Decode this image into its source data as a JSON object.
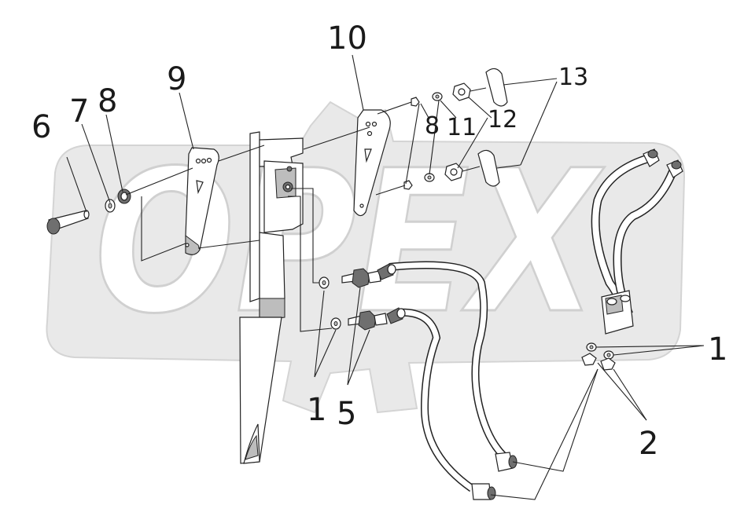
{
  "diagram": {
    "watermark": "OPEX",
    "callouts": [
      {
        "id": "1",
        "label": "1"
      },
      {
        "id": "1b",
        "label": "1"
      },
      {
        "id": "2",
        "label": "2"
      },
      {
        "id": "5",
        "label": "5"
      },
      {
        "id": "6",
        "label": "6"
      },
      {
        "id": "7",
        "label": "7"
      },
      {
        "id": "8",
        "label": "8"
      },
      {
        "id": "8b",
        "label": "8"
      },
      {
        "id": "9",
        "label": "9"
      },
      {
        "id": "10",
        "label": "10"
      },
      {
        "id": "11",
        "label": "11"
      },
      {
        "id": "12",
        "label": "12"
      },
      {
        "id": "13",
        "label": "13"
      }
    ]
  }
}
